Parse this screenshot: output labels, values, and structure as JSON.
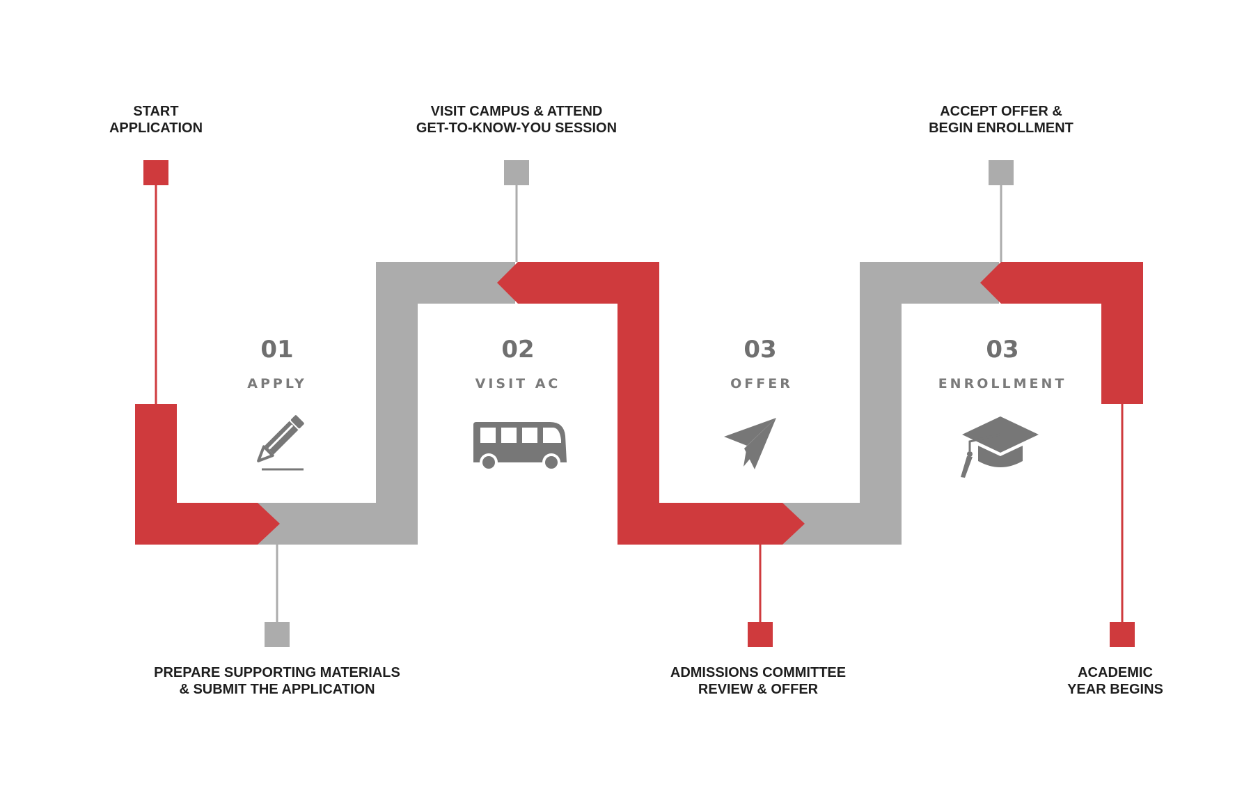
{
  "colors": {
    "accent": "#cf3a3d",
    "neutral": "#acacac",
    "icon": "#777777",
    "text": "#1e1e1e"
  },
  "steps": [
    {
      "number": "01",
      "name": "APPLY",
      "icon": "pencil-icon"
    },
    {
      "number": "02",
      "name": "VISIT AC",
      "icon": "bus-icon"
    },
    {
      "number": "03",
      "name": "OFFER",
      "icon": "paper-plane-icon"
    },
    {
      "number": "03",
      "name": "ENROLLMENT",
      "icon": "graduation-cap-icon"
    }
  ],
  "milestones": [
    {
      "text": "START\nAPPLICATION",
      "color": "red"
    },
    {
      "text": "PREPARE SUPPORTING MATERIALS\n& SUBMIT THE APPLICATION",
      "color": "gray"
    },
    {
      "text": "VISIT CAMPUS & ATTEND\nGET-TO-KNOW-YOU SESSION",
      "color": "gray"
    },
    {
      "text": "ADMISSIONS COMMITTEE\nREVIEW & OFFER",
      "color": "red"
    },
    {
      "text": "ACCEPT OFFER &\nBEGIN ENROLLMENT",
      "color": "gray"
    },
    {
      "text": "ACADEMIC\nYEAR BEGINS",
      "color": "red"
    }
  ]
}
